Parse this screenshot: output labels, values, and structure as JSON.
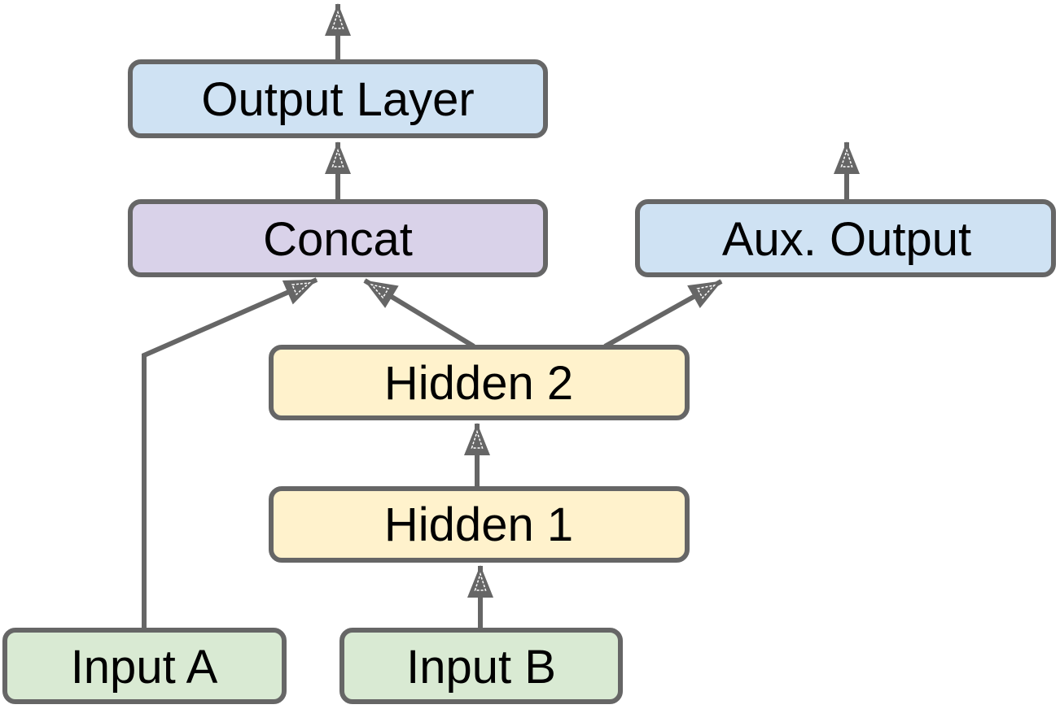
{
  "diagram": {
    "type": "neural-network-flowchart",
    "colors": {
      "background": "#ffffff",
      "border": "#666666",
      "arrow": "#666666",
      "text": "#000000",
      "node_blue": "#cfe2f3",
      "node_purple": "#d9d2e9",
      "node_yellow": "#fff2cc",
      "node_green": "#d9ead3"
    },
    "nodes": {
      "output_layer": {
        "label": "Output Layer",
        "color": "#cfe2f3"
      },
      "concat": {
        "label": "Concat",
        "color": "#d9d2e9"
      },
      "aux_output": {
        "label": "Aux. Output",
        "color": "#cfe2f3"
      },
      "hidden2": {
        "label": "Hidden 2",
        "color": "#fff2cc"
      },
      "hidden1": {
        "label": "Hidden 1",
        "color": "#fff2cc"
      },
      "input_a": {
        "label": "Input A",
        "color": "#d9ead3"
      },
      "input_b": {
        "label": "Input B",
        "color": "#d9ead3"
      }
    },
    "edges": [
      {
        "from": "input_a",
        "to": "concat"
      },
      {
        "from": "input_b",
        "to": "hidden1"
      },
      {
        "from": "hidden1",
        "to": "hidden2"
      },
      {
        "from": "hidden2",
        "to": "concat"
      },
      {
        "from": "hidden2",
        "to": "aux_output"
      },
      {
        "from": "concat",
        "to": "output_layer"
      },
      {
        "from": "output_layer",
        "to": "external-output"
      },
      {
        "from": "aux_output",
        "to": "external-output"
      }
    ]
  }
}
